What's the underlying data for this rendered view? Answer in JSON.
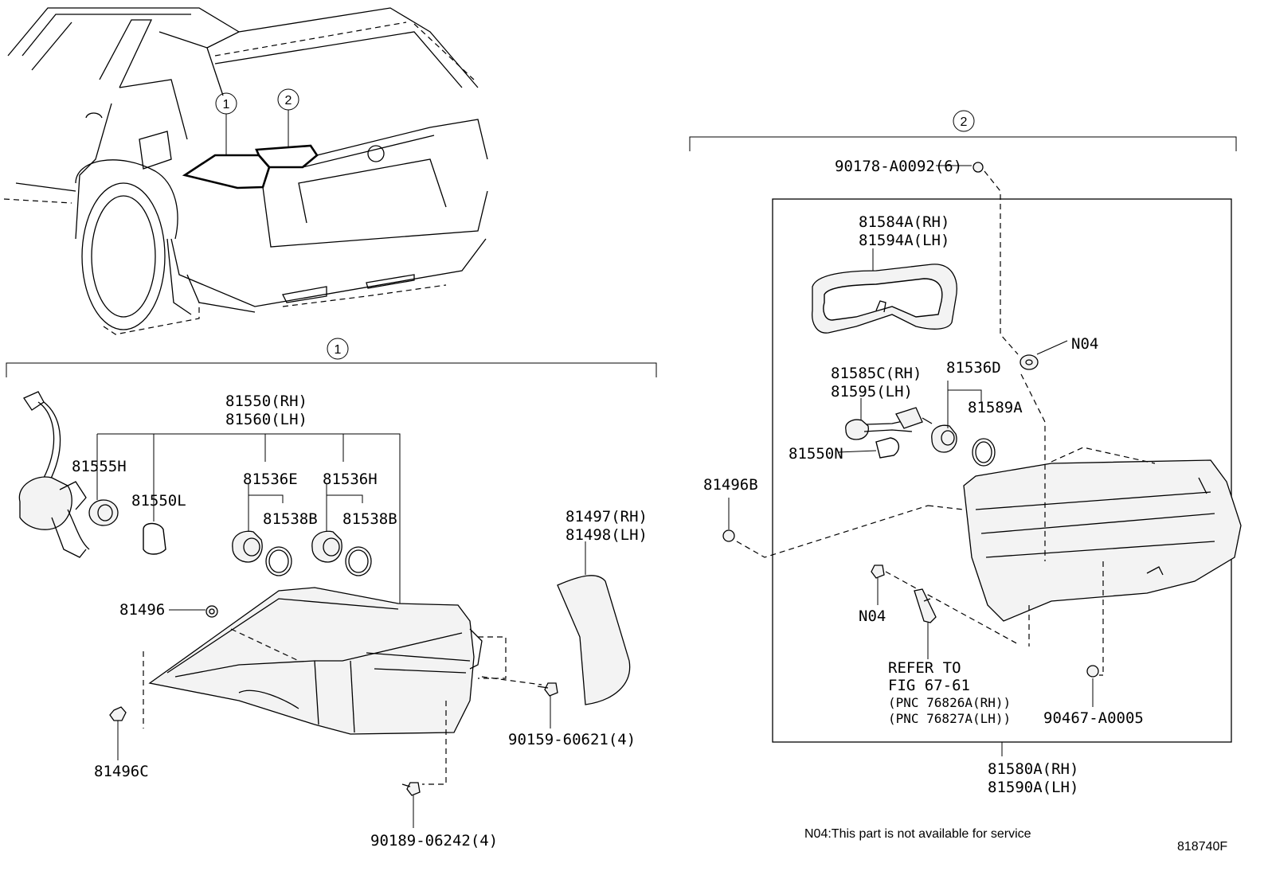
{
  "callouts": {
    "one": "1",
    "two": "2"
  },
  "labels": {
    "p90178": "90178-A0092(6)",
    "p81584a_rh": "81584A(RH)",
    "p81594a_lh": "81594A(LH)",
    "n04_a": "N04",
    "p81585c_rh": "81585C(RH)",
    "p81595_lh": "81595(LH)",
    "p81536d": "81536D",
    "p81589a": "81589A",
    "p81550n": "81550N",
    "p81496b": "81496B",
    "n04_b": "N04",
    "refer1": "REFER TO",
    "refer2": "FIG 67-61",
    "refer3": "(PNC 76826A(RH))",
    "refer4": "(PNC 76827A(LH))",
    "p90467": "90467-A0005",
    "p81580a_rh": "81580A(RH)",
    "p81590a_lh": "81590A(LH)",
    "p81550_rh": "81550(RH)",
    "p81560_lh": "81560(LH)",
    "p81555h": "81555H",
    "p81550l": "81550L",
    "p81536e": "81536E",
    "p81536h": "81536H",
    "p81538b_a": "81538B",
    "p81538b_b": "81538B",
    "p81497_rh": "81497(RH)",
    "p81498_lh": "81498(LH)",
    "p81496": "81496",
    "p81496c": "81496C",
    "p90159": "90159-60621(4)",
    "p90189": "90189-06242(4)"
  },
  "footnote": "N04:This part is not available for service",
  "diagram_id": "818740F"
}
